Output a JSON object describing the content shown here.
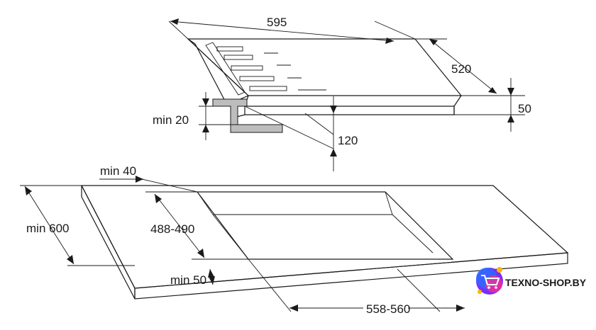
{
  "dimensions": {
    "hob_width": "595",
    "hob_depth": "520",
    "hob_height": "50",
    "clearance_front": "min 20",
    "clearance_below": "120",
    "distance_to_wall": "min 40",
    "worktop_depth": "min 600",
    "cutout_depth": "488-490",
    "distance_front_edge": "min 50",
    "cutout_width": "558-560"
  },
  "logo": {
    "text": "TEXNO-SHOP.BY",
    "colors": [
      "#ff2d8a",
      "#ffb400",
      "#2b6cff",
      "#7b2cff"
    ]
  },
  "colors": {
    "line": "#1a1a1a",
    "bracket": "#bdbdbd"
  }
}
